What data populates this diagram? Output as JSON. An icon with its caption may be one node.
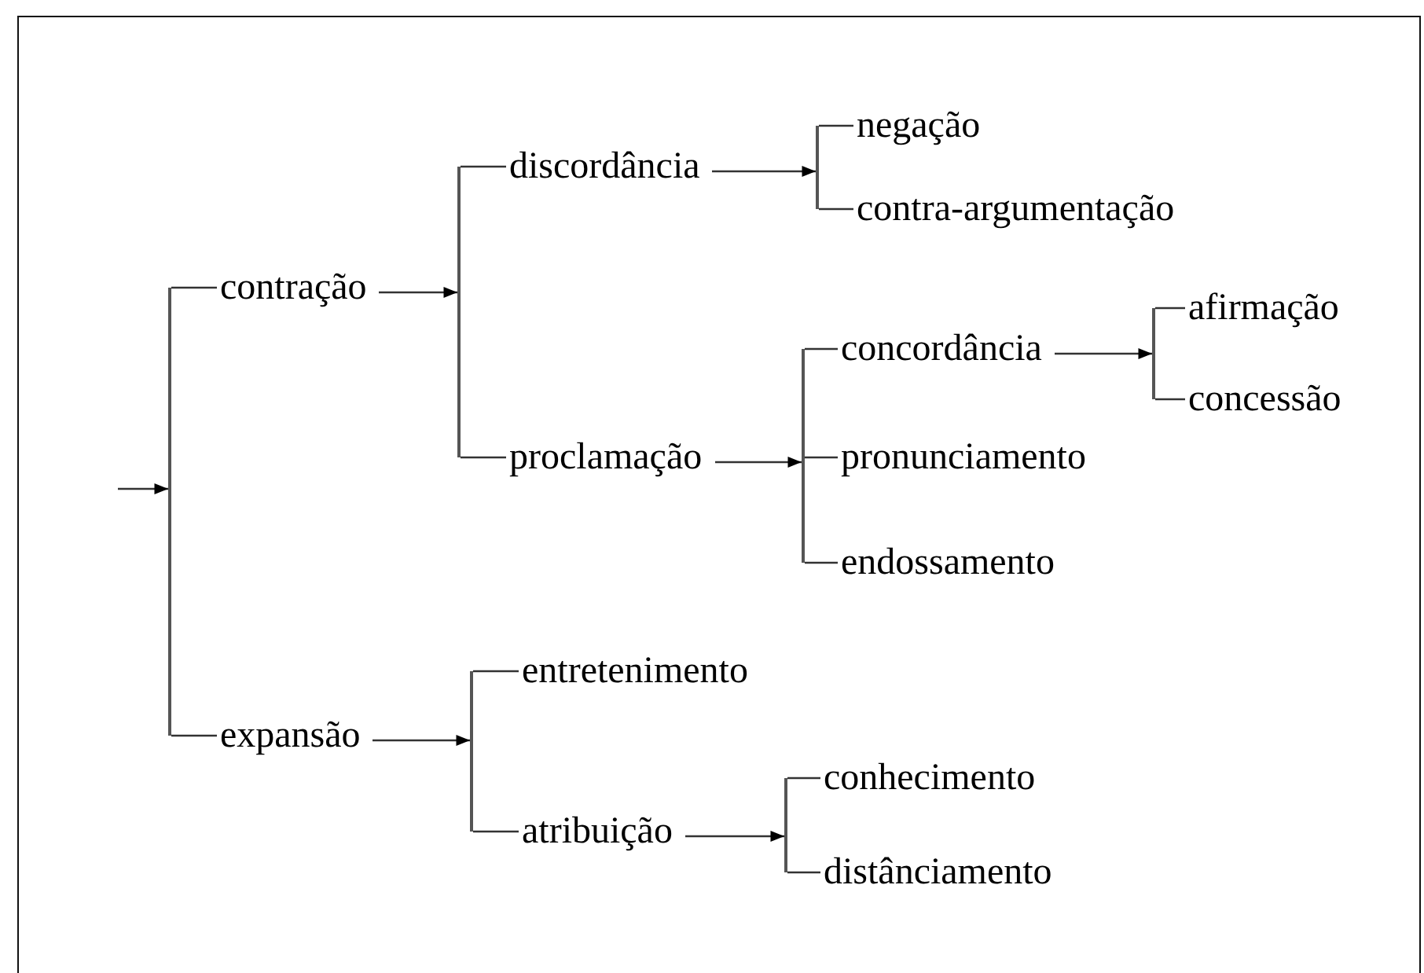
{
  "diagram": {
    "nodes": [
      {
        "text": [
          "contração"
        ]
      },
      {
        "text": [
          "discordância"
        ]
      },
      {
        "text": [
          "negação"
        ]
      },
      {
        "text": [
          "contra-argumentação"
        ]
      },
      {
        "text": [
          "proclamação"
        ]
      },
      {
        "text": [
          "concordância"
        ]
      },
      {
        "text": [
          "afirmação"
        ]
      },
      {
        "text": [
          "concessão"
        ]
      },
      {
        "text": [
          "pronunciamento"
        ]
      },
      {
        "text": [
          "endossamento"
        ]
      },
      {
        "text": [
          "expansão"
        ]
      },
      {
        "text": [
          "entretenimento"
        ]
      },
      {
        "text": [
          "atribuição"
        ]
      },
      {
        "text": [
          "conhecimento"
        ]
      },
      {
        "text": [
          "distânciamento"
        ]
      },
      {
        "text": [],
        "shape": "bar"
      },
      {
        "text": [],
        "shape": "bar"
      },
      {
        "text": [],
        "shape": "bar"
      },
      {
        "text": [],
        "shape": "bar"
      },
      {
        "text": [],
        "shape": "bar"
      },
      {
        "text": [],
        "shape": "bar"
      },
      {
        "text": [],
        "shape": "bar"
      }
    ],
    "edges": [
      {
        "from": null,
        "to": 15,
        "arrow": "to"
      },
      {
        "from": 15,
        "to": 0,
        "arrow": "none"
      },
      {
        "from": 15,
        "to": 10,
        "arrow": "none"
      },
      {
        "from": 0,
        "to": 16,
        "arrow": "to"
      },
      {
        "from": 16,
        "to": 1,
        "arrow": "none"
      },
      {
        "from": 16,
        "to": 4,
        "arrow": "none"
      },
      {
        "from": 1,
        "to": 17,
        "arrow": "to"
      },
      {
        "from": 17,
        "to": 2,
        "arrow": "none"
      },
      {
        "from": 17,
        "to": 3,
        "arrow": "none"
      },
      {
        "from": 4,
        "to": 18,
        "arrow": "to"
      },
      {
        "from": 18,
        "to": 5,
        "arrow": "none"
      },
      {
        "from": 18,
        "to": 8,
        "arrow": "none"
      },
      {
        "from": 18,
        "to": 9,
        "arrow": "none"
      },
      {
        "from": 5,
        "to": 19,
        "arrow": "to"
      },
      {
        "from": 19,
        "to": 6,
        "arrow": "none"
      },
      {
        "from": 19,
        "to": 7,
        "arrow": "none"
      },
      {
        "from": 10,
        "to": 20,
        "arrow": "to"
      },
      {
        "from": 20,
        "to": 11,
        "arrow": "none"
      },
      {
        "from": 20,
        "to": 12,
        "arrow": "none"
      },
      {
        "from": 12,
        "to": 21,
        "arrow": "to"
      },
      {
        "from": 21,
        "to": 13,
        "arrow": "none"
      },
      {
        "from": 21,
        "to": 14,
        "arrow": "none"
      }
    ]
  }
}
